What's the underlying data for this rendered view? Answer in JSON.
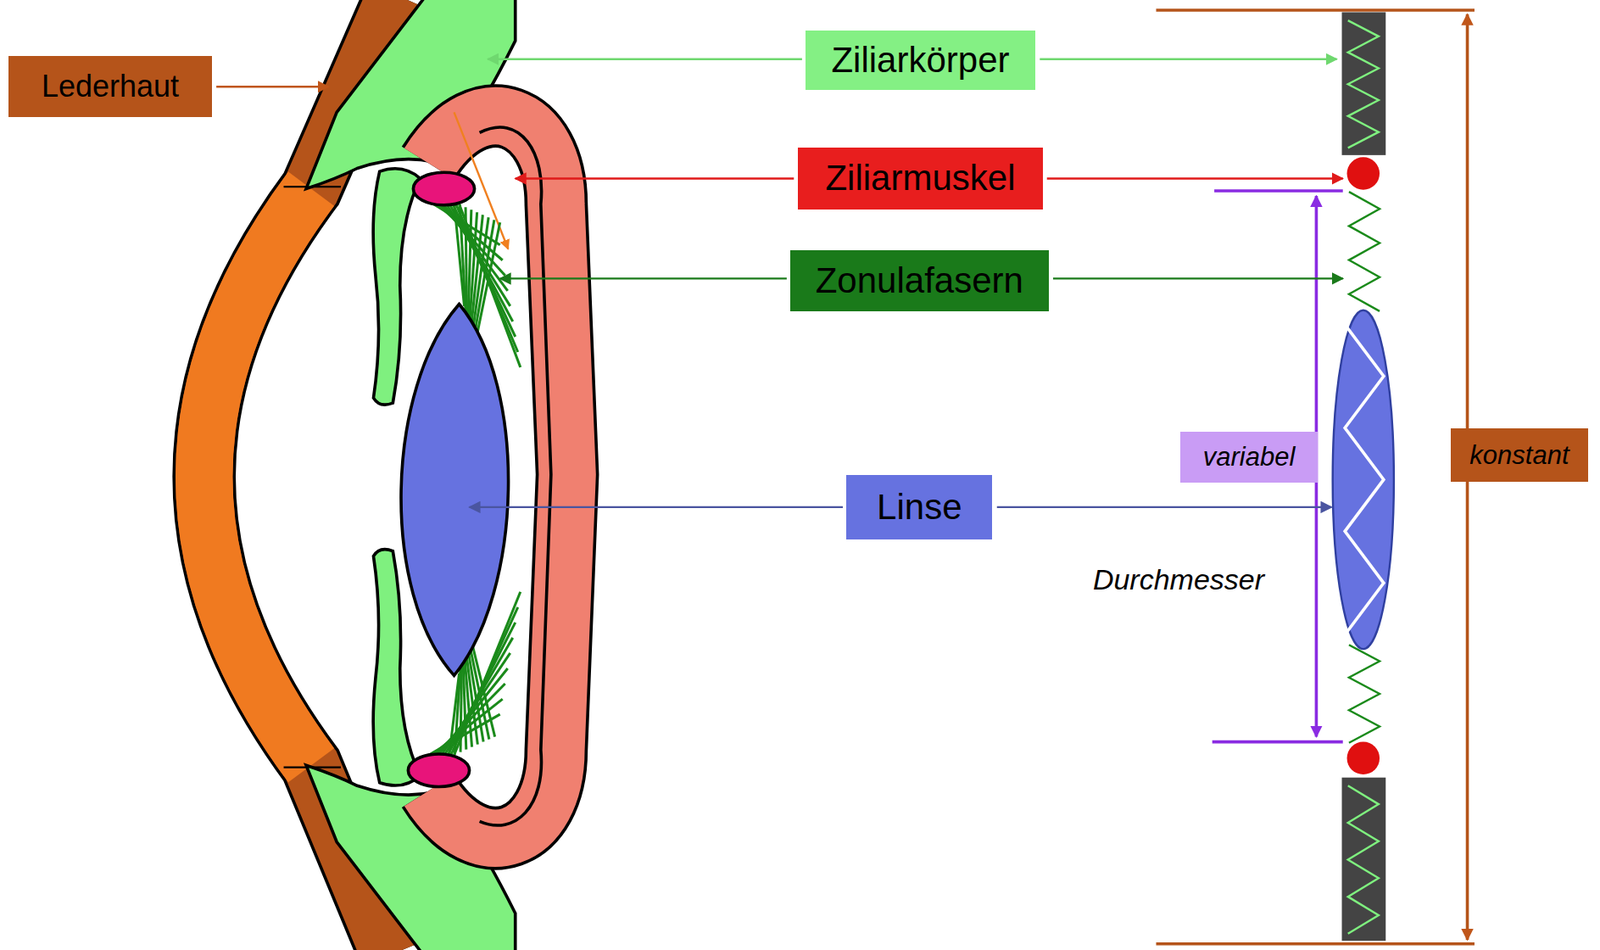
{
  "diagram": {
    "nodes": [
      {
        "text": [
          "Lederhaut"
        ]
      },
      {
        "text": [
          "Ziliarkörper"
        ]
      },
      {
        "text": [
          "Ziliarmuskel"
        ]
      },
      {
        "text": [
          "Zonulafasern"
        ]
      },
      {
        "text": [
          "Linse"
        ]
      },
      {
        "text": [
          "variabel"
        ]
      },
      {
        "text": [
          "konstant"
        ]
      }
    ],
    "labels": [
      "Durchmesser"
    ]
  }
}
